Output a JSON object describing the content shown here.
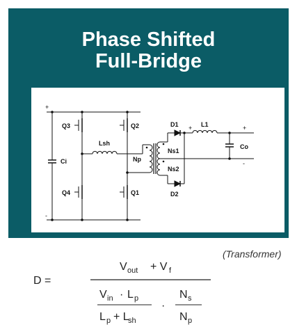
{
  "title": {
    "line1": "Phase Shifted",
    "line2": "Full-Bridge"
  },
  "circuit": {
    "components": {
      "q3": "Q3",
      "q2": "Q2",
      "q4": "Q4",
      "q1": "Q1",
      "ci": "Ci",
      "lsh": "Lsh",
      "np": "Np",
      "ns1": "Ns1",
      "ns2": "Ns2",
      "d1": "D1",
      "d2": "D2",
      "l1": "L1",
      "co": "Co"
    },
    "polarity": {
      "input_plus": "+",
      "input_minus": "-",
      "l1_plus": "+",
      "output_plus": "+",
      "output_minus": "-"
    }
  },
  "formula": {
    "lhs": "D =",
    "num_v": "V",
    "num_out": "out",
    "num_plus": "+ V",
    "num_f": "f",
    "vin_v": "V",
    "vin_sub": "in",
    "dot1": "·",
    "lp_l": "L",
    "lp_sub": "p",
    "lp2_l": "L",
    "lp2_sub": "p",
    "plus_lsh": "+ L",
    "lsh_sub": "sh",
    "dot2": "·",
    "ns_n": "N",
    "ns_sub": "s",
    "np_n": "N",
    "np_sub": "p",
    "note": "(Transformer)"
  }
}
